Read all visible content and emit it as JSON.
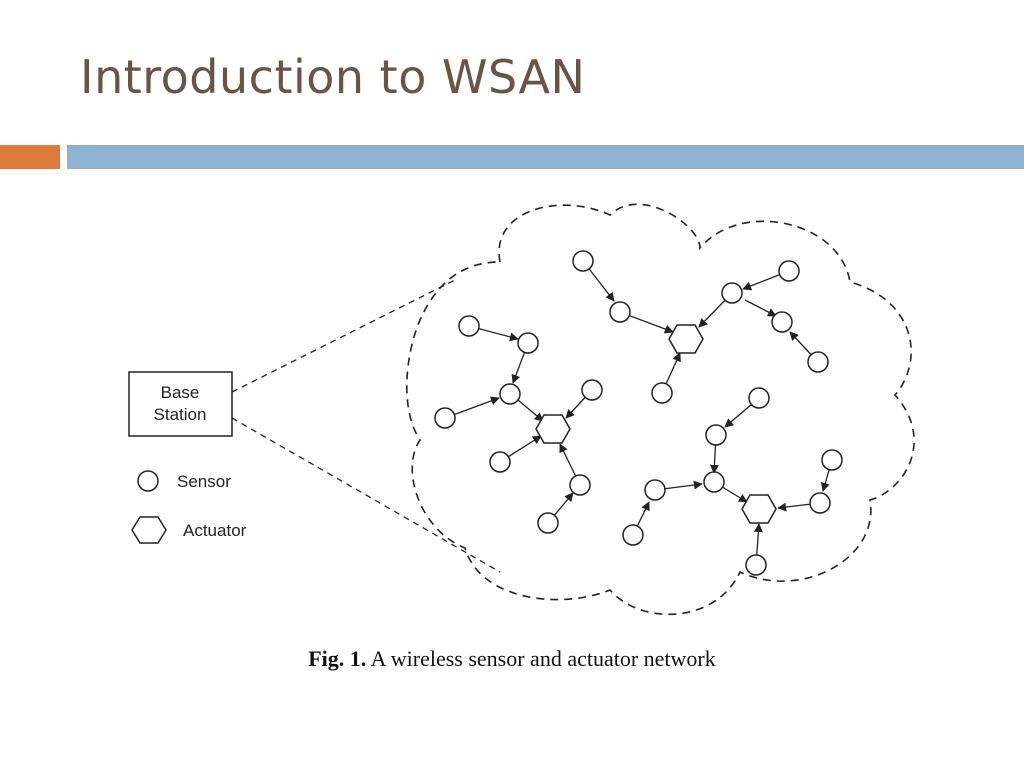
{
  "slide": {
    "title": "Introduction to WSAN",
    "colors": {
      "title": "#6b5446",
      "accent_orange": "#dc7a3c",
      "accent_blue": "#8eb3d2",
      "ink": "#222222"
    }
  },
  "diagram": {
    "base_station_lines": [
      "Base",
      "Station"
    ],
    "legend": {
      "sensor_label": "Sensor",
      "actuator_label": "Actuator"
    },
    "caption": {
      "prefix": "Fig. 1.",
      "text": "A wireless sensor and actuator network"
    }
  }
}
